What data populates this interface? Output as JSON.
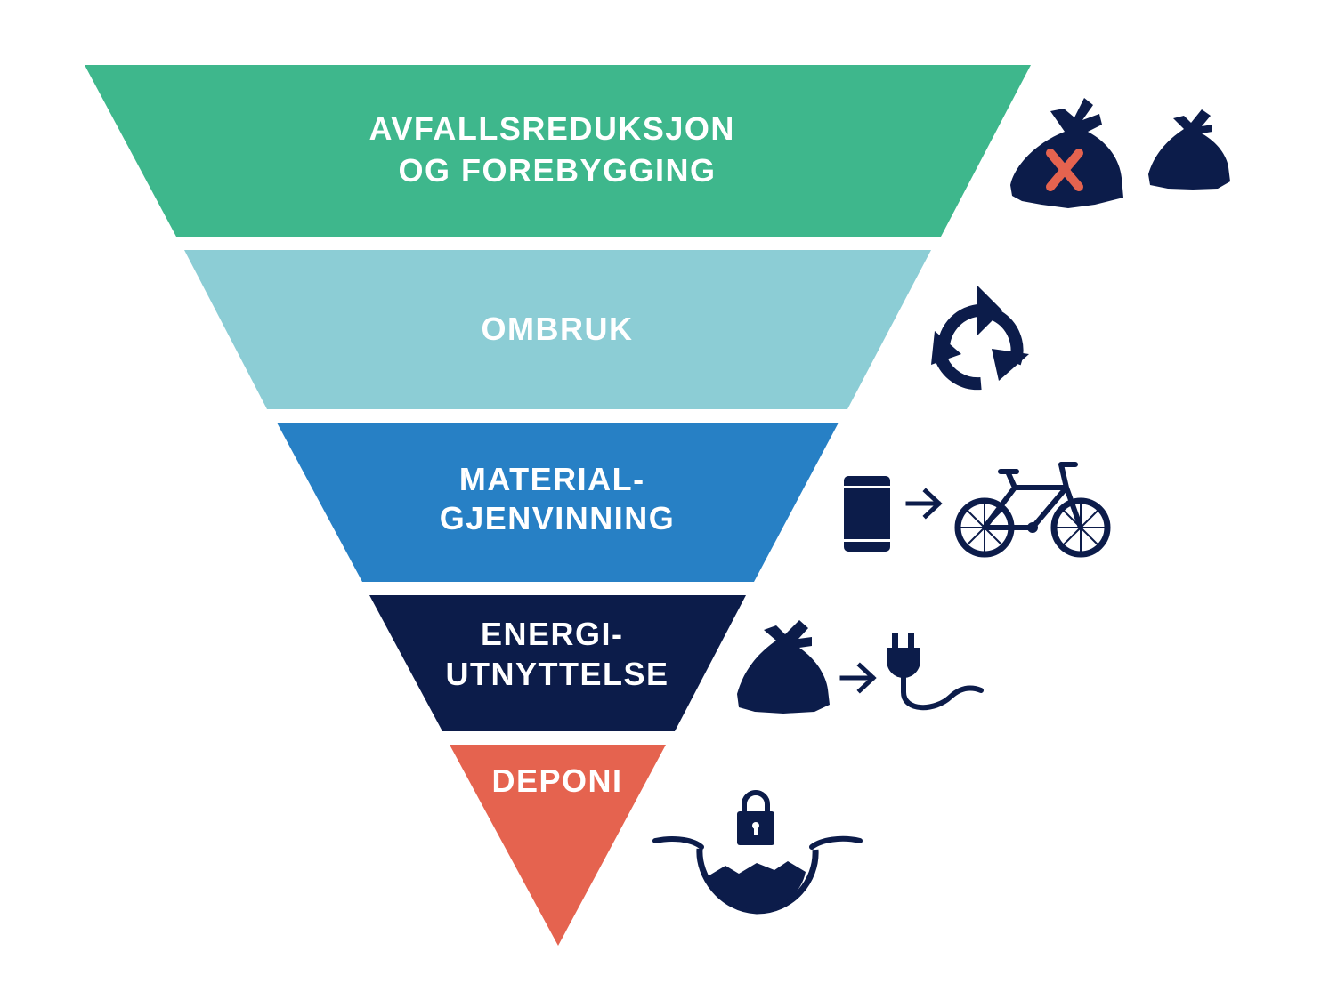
{
  "colors": {
    "tier1": "#3eb78c",
    "tier2": "#8ccdd5",
    "tier3": "#2780c5",
    "tier4": "#0c1c4a",
    "tier5": "#e5634f",
    "icon": "#0c1c4a",
    "accent_cross": "#e5634f"
  },
  "tiers": [
    {
      "lines": [
        "AVFALLSREDUKSJON",
        "OG FOREBYGGING"
      ],
      "icons": [
        "crossed-trash-bag-icon",
        "trash-bag-icon"
      ]
    },
    {
      "lines": [
        "OMBRUK"
      ],
      "icons": [
        "reuse-cycle-icon"
      ]
    },
    {
      "lines": [
        "MATERIAL-",
        "GJENVINNING"
      ],
      "icons": [
        "can-icon",
        "arrow-right-icon",
        "bicycle-icon"
      ]
    },
    {
      "lines": [
        "ENERGI-",
        "UTNYTTELSE"
      ],
      "icons": [
        "trash-bag-icon",
        "arrow-right-icon",
        "power-plug-icon"
      ]
    },
    {
      "lines": [
        "DEPONI"
      ],
      "icons": [
        "locked-landfill-icon"
      ]
    }
  ]
}
